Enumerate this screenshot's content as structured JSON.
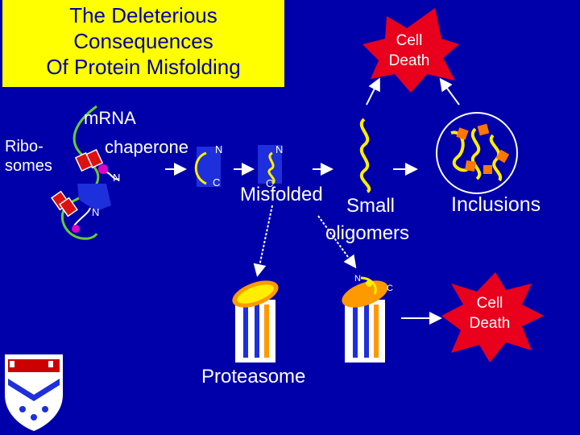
{
  "title": {
    "line1": "The Deleterious",
    "line2": "Consequences",
    "line3": "Of Protein Misfolding"
  },
  "labels": {
    "ribosomes_line1": "Ribo-",
    "ribosomes_line2": "somes",
    "mrna": "mRNA",
    "chaperone": "chaperone",
    "misfolded": "Misfolded",
    "small": "Small",
    "oligomers": "oligomers",
    "inclusions": "Inclusions",
    "proteasome": "Proteasome",
    "n1": "N",
    "n2": "N",
    "n3": "N",
    "n4": "N",
    "c1": "C",
    "c2": "C",
    "n5": "N",
    "c5": "C"
  },
  "cell_death_top": {
    "line1": "Cell",
    "line2": "Death"
  },
  "cell_death_right": {
    "line1": "Cell",
    "line2": "Death"
  },
  "colors": {
    "background": "#0000aa",
    "title_box": "#ffff00",
    "burst": "#e8001c",
    "ribosome": "#dd1111",
    "protein_yellow": "#ffee00",
    "inclusion_orange": "#ff7700"
  }
}
